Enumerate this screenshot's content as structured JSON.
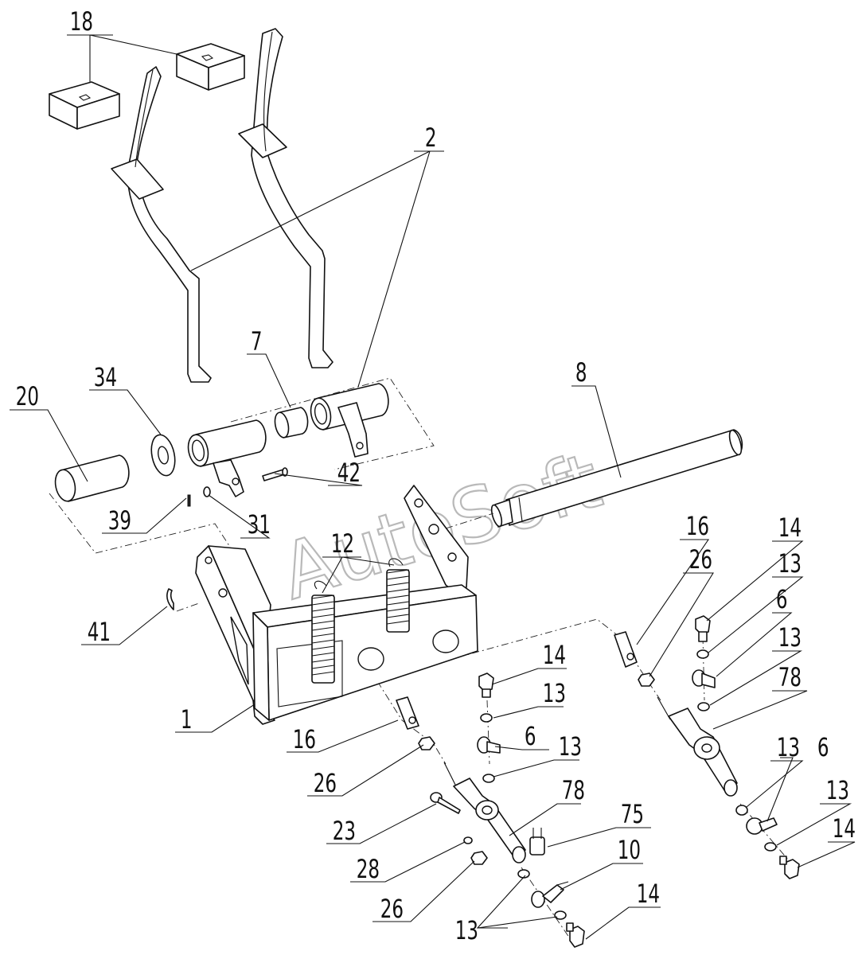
{
  "watermark": "AutoSoft",
  "callouts": {
    "c18": "18",
    "c2": "2",
    "c7": "7",
    "c8": "8",
    "c34": "34",
    "c20": "20",
    "c42": "42",
    "c39": "39",
    "c31": "31",
    "c12": "12",
    "c41": "41",
    "c1": "1",
    "c16a": "16",
    "c26a": "26",
    "c23": "23",
    "c28": "28",
    "c26b": "26",
    "c14a": "14",
    "c13a": "13",
    "c6a": "6",
    "c13b": "13",
    "c78a": "78",
    "c75": "75",
    "c10": "10",
    "c13c": "13",
    "c14b": "14",
    "c16b": "16",
    "c26c": "26",
    "c14c": "14",
    "c13d": "13",
    "c6b": "6",
    "c13e": "13",
    "c78b": "78",
    "c13f": "13",
    "c6c": "6",
    "c13g": "13",
    "c14d": "14"
  }
}
